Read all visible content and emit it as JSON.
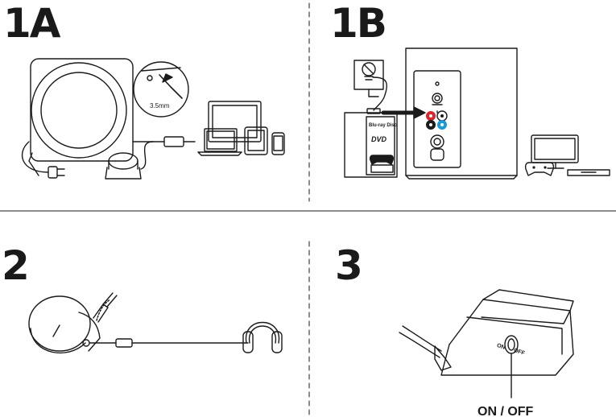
{
  "panels": {
    "p1a": {
      "number": "1A"
    },
    "p1b": {
      "number": "1B"
    },
    "p2": {
      "number": "2"
    },
    "p3": {
      "number": "3"
    }
  },
  "labels": {
    "jack_size": "3.5mm",
    "power_on": "ON",
    "power_off": "OFF",
    "power_switch": "ON / OFF",
    "bluray_logo": "Blu-ray Disc",
    "dvd_logo": "DVD"
  },
  "icons": {
    "no_turntable": "no-turntable-icon",
    "laptop": "laptop-icon",
    "tablet": "tablet-icon",
    "phone": "phone-icon",
    "tv": "tv-icon",
    "gamepad": "gamepad-icon",
    "headphones": "headphones-icon",
    "arrow": "arrow-icon"
  },
  "colors": {
    "line": "#1a1a1a",
    "rca_red": "#d8262c",
    "rca_blue": "#1b9ad6",
    "arrow_red": "#d8262c"
  }
}
